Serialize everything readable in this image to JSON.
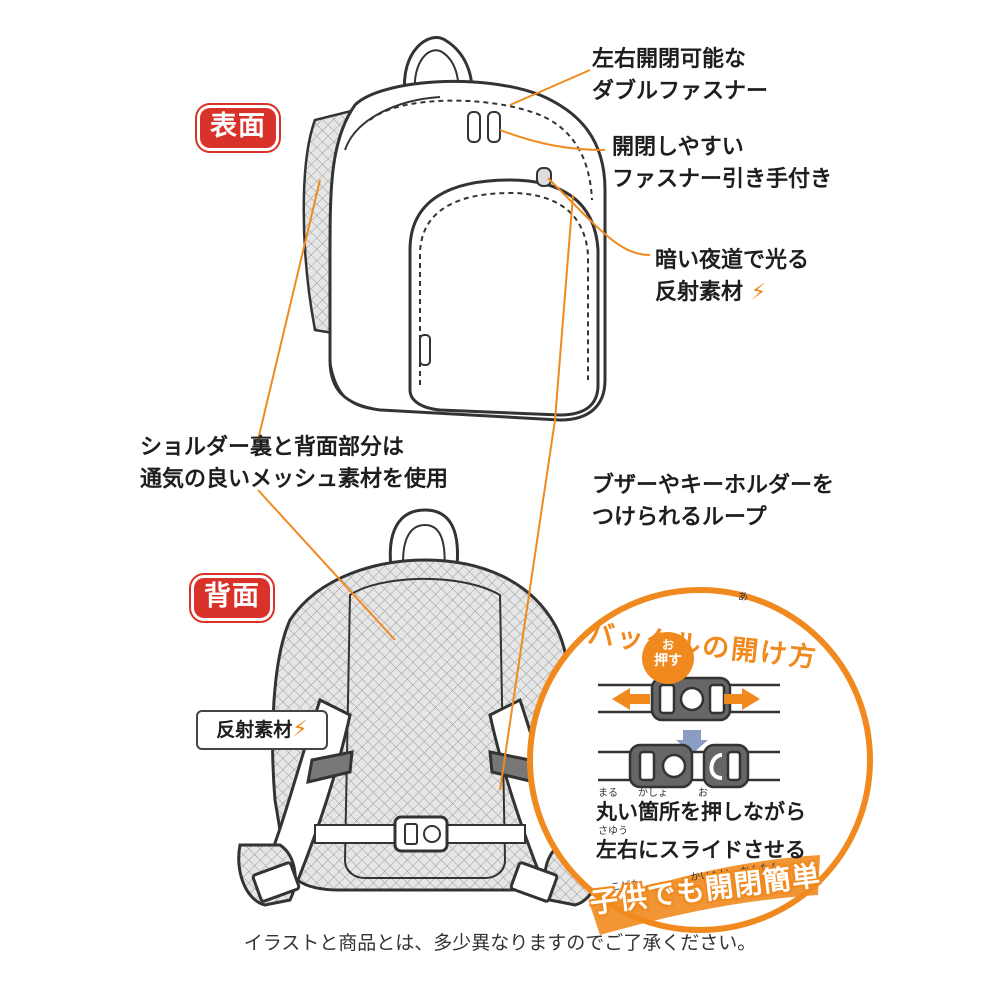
{
  "labels": {
    "front": "表面",
    "back": "背面"
  },
  "callouts": {
    "double_zip_line1": "左右開閉可能な",
    "double_zip_line2": "ダブルファスナー",
    "pull_line1": "開閉しやすい",
    "pull_line2": "ファスナー引き手付き",
    "reflector_line1": "暗い夜道で光る",
    "reflector_line2": "反射素材",
    "mesh_line1": "ショルダー裏と背面部分は",
    "mesh_line2": "通気の良いメッシュ素材を使用",
    "loop_line1": "ブザーやキーホルダーを",
    "loop_line2": "つけられるループ",
    "reflector_back": "反射素材"
  },
  "buckle": {
    "title": "バックルの開け方",
    "title_ruby": "あ",
    "push_line1": "お",
    "push_line2": "押す",
    "instr_line1": "丸い箇所を押しながら",
    "instr_line1_ruby": "まる　　かしょ　　　お",
    "instr_line2": "左右にスライドさせる",
    "instr_line2_ruby": "さゆう",
    "promo": "子供でも開閉簡単",
    "promo_ruby": "こども　　　　　かいへい　かんたん"
  },
  "footer": "イラストと商品とは、多少異なりますのでご了承ください。",
  "colors": {
    "accent_orange": "#f08a1f",
    "badge_red": "#d8322a",
    "line": "#444444",
    "mesh": "#e4e4e4"
  },
  "icons": [
    "lightning-bolt-icon",
    "arrow-left-icon",
    "arrow-right-icon",
    "arrow-down-icon"
  ]
}
